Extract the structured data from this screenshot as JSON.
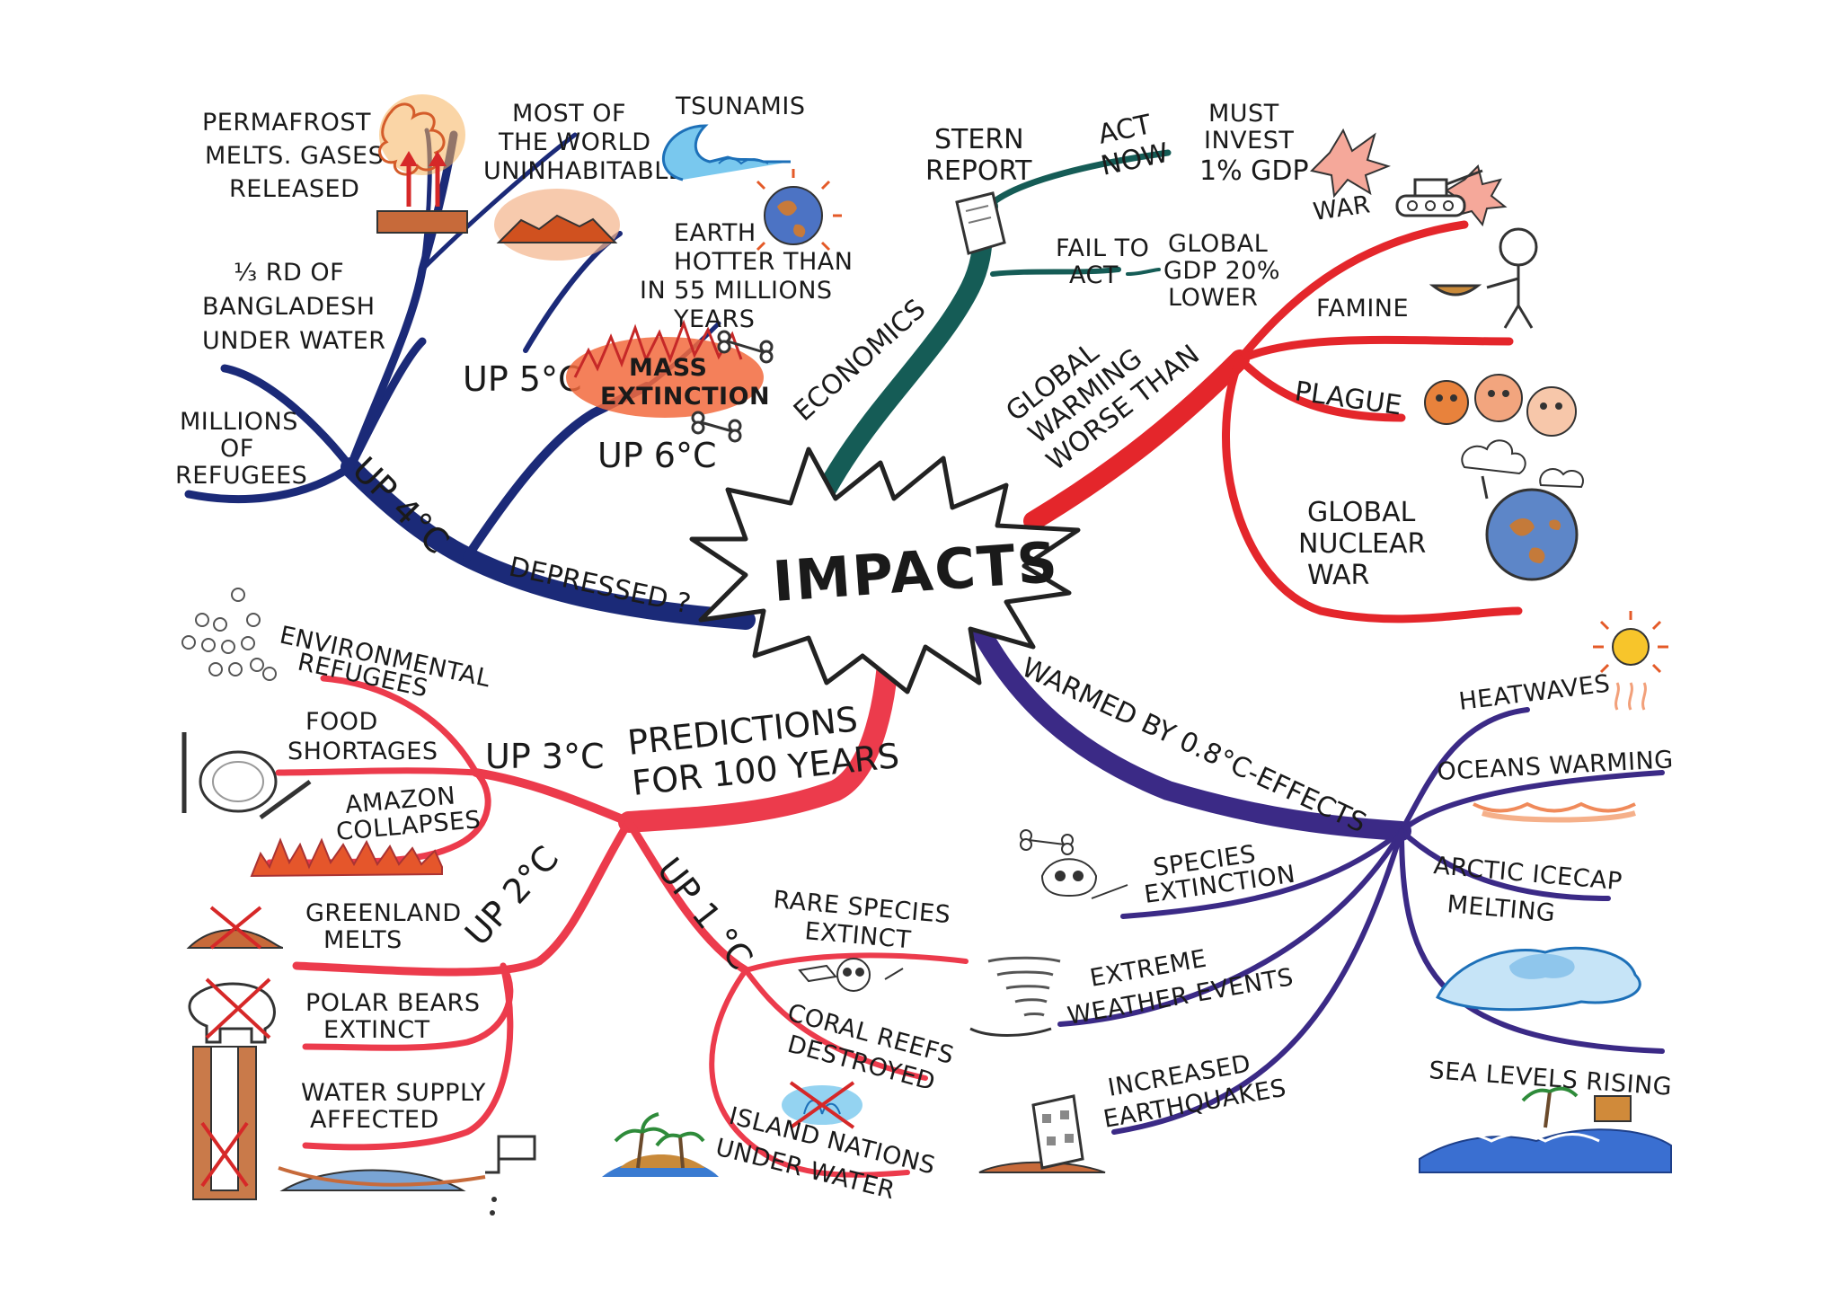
{
  "central": {
    "title": "IMPACTS"
  },
  "colors": {
    "navy": "#1b2a78",
    "teal": "#155c56",
    "red": "#e4262b",
    "pink": "#ec3b4c",
    "purple": "#3b2a86"
  },
  "branches": {
    "temperature": {
      "depressed": "DEPRESSED ?",
      "up4": "UP 4°C",
      "up5": "UP 5°C",
      "up6": "UP 6°C",
      "millions": [
        "MILLIONS",
        "OF",
        "REFUGEES"
      ],
      "bangladesh": [
        "⅓ RD OF",
        "BANGLADESH",
        "UNDER WATER"
      ],
      "permafrost": [
        "PERMAFROST",
        "MELTS. GASES",
        "RELEASED"
      ],
      "uninhabitable": [
        "MOST OF",
        "THE WORLD",
        "UNINHABITABLE"
      ],
      "tsunamis": "TSUNAMIS",
      "hotter": [
        "EARTH",
        "HOTTER THAN",
        "IN 55 MILLIONS",
        "YEARS"
      ],
      "mass": [
        "MASS",
        "EXTINCTION"
      ]
    },
    "economics": {
      "label": "ECONOMICS",
      "stern": [
        "STERN",
        "REPORT"
      ],
      "act_now": [
        "ACT",
        "NOW"
      ],
      "must_invest": [
        "MUST",
        "INVEST",
        "1% GDP"
      ],
      "fail_to_act": [
        "FAIL TO",
        "ACT"
      ],
      "gdp_lower": [
        "GLOBAL",
        "GDP 20%",
        "LOWER"
      ]
    },
    "worse": {
      "label": [
        "GLOBAL",
        "WARMING",
        "WORSE THAN"
      ],
      "war": "WAR",
      "famine": "FAMINE",
      "plague": "PLAGUE",
      "nuclear": [
        "GLOBAL",
        "NUCLEAR",
        "WAR"
      ]
    },
    "predictions": {
      "label": [
        "PREDICTIONS",
        "FOR 100 YEARS"
      ],
      "up3": "UP 3°C",
      "up2": "UP 2°C",
      "up1": "UP 1 °C",
      "env_refugees": [
        "ENVIRONMENTAL",
        "REFUGEES"
      ],
      "food": [
        "FOOD",
        "SHORTAGES"
      ],
      "amazon": [
        "AMAZON",
        "COLLAPSES"
      ],
      "greenland": [
        "GREENLAND",
        "MELTS"
      ],
      "polar": [
        "POLAR BEARS",
        "EXTINCT"
      ],
      "water": [
        "WATER SUPPLY",
        "AFFECTED"
      ],
      "rare": [
        "RARE SPECIES",
        "EXTINCT"
      ],
      "coral": [
        "CORAL REEFS",
        "DESTROYED"
      ],
      "island": [
        "ISLAND NATIONS",
        "UNDER WATER"
      ]
    },
    "warmed": {
      "label": "WARMED BY 0.8°C-EFFECTS",
      "heatwaves": "HEATWAVES",
      "oceans": "OCEANS WARMING",
      "arctic": [
        "ARCTIC ICECAP",
        "MELTING"
      ],
      "sea": "SEA LEVELS RISING",
      "species": [
        "SPECIES",
        "EXTINCTION"
      ],
      "weather": [
        "EXTREME",
        "WEATHER EVENTS"
      ],
      "earthquakes": [
        "INCREASED",
        "EARTHQUAKES"
      ]
    }
  },
  "icons": [
    "explosion-icon",
    "tank-icon",
    "document-icon",
    "wave-icon",
    "flames-icon",
    "globe-icon",
    "bones-icon",
    "skull-icon",
    "sun-icon",
    "ice-icon",
    "island-icon",
    "tornado-icon",
    "building-icon",
    "plate-icon",
    "tap-icon",
    "well-icon",
    "bear-icon",
    "people-icon",
    "faces-icon",
    "mushroom-cloud-icon"
  ]
}
